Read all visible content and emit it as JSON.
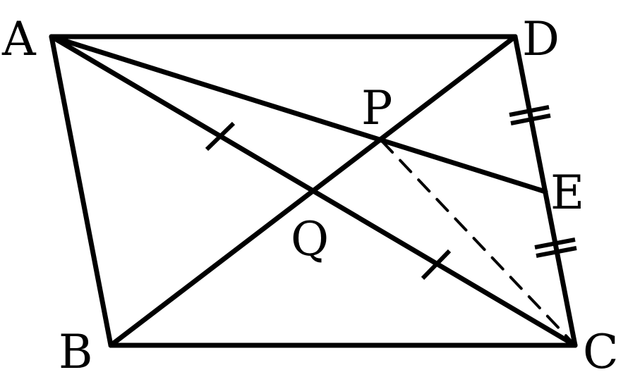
{
  "figure": {
    "stroke_color": "#000000",
    "background_color": "#ffffff",
    "points": [
      {
        "id": "A",
        "label": "A"
      },
      {
        "id": "B",
        "label": "B"
      },
      {
        "id": "C",
        "label": "C"
      },
      {
        "id": "D",
        "label": "D"
      },
      {
        "id": "E",
        "label": "E"
      },
      {
        "id": "P",
        "label": "P"
      },
      {
        "id": "Q",
        "label": "Q"
      }
    ],
    "segments": [
      {
        "from": "A",
        "to": "D",
        "style": "solid"
      },
      {
        "from": "D",
        "to": "C",
        "style": "solid"
      },
      {
        "from": "C",
        "to": "B",
        "style": "solid"
      },
      {
        "from": "B",
        "to": "A",
        "style": "solid"
      },
      {
        "from": "A",
        "to": "C",
        "style": "solid"
      },
      {
        "from": "B",
        "to": "D",
        "style": "solid"
      },
      {
        "from": "A",
        "to": "E",
        "style": "solid"
      },
      {
        "from": "P",
        "to": "C",
        "style": "dashed"
      }
    ],
    "equal_marks": [
      {
        "segment": "AQ",
        "ticks": 1
      },
      {
        "segment": "QC",
        "ticks": 1
      },
      {
        "segment": "DE",
        "ticks": 2
      },
      {
        "segment": "EC",
        "ticks": 2
      }
    ]
  }
}
